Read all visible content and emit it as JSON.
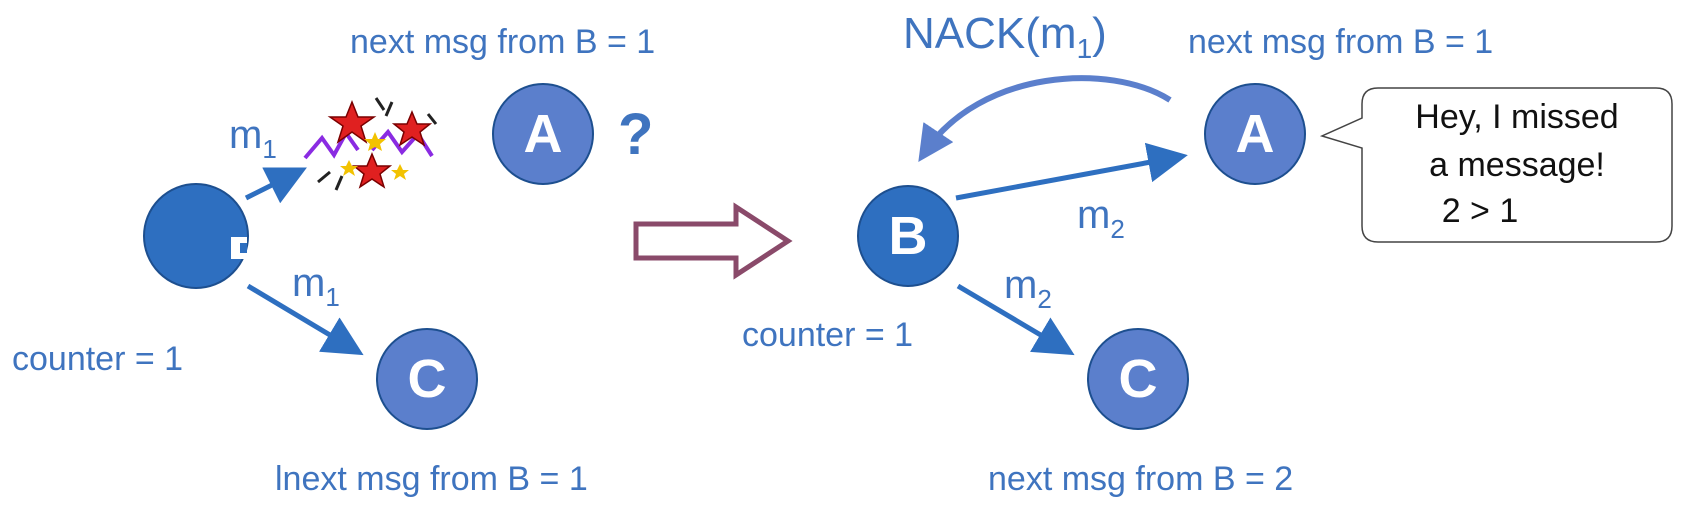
{
  "left_scenario": {
    "node_a": {
      "letter": "A",
      "state": "next msg from B = 1",
      "status": "?"
    },
    "node_c": {
      "letter": "C",
      "state": "lnext msg from B = 1"
    },
    "sender": {
      "counter": "counter = 1"
    },
    "msg_to_a": {
      "base": "m",
      "sub": "1",
      "lost": true
    },
    "msg_to_c": {
      "base": "m",
      "sub": "1"
    }
  },
  "transition_arrow": {
    "icon": "hollow-right-arrow-icon"
  },
  "right_scenario": {
    "node_b": {
      "letter": "B",
      "counter": "counter = 1"
    },
    "node_a": {
      "letter": "A",
      "state": "next msg from B = 1"
    },
    "node_c": {
      "letter": "C",
      "state": "next msg from B = 2"
    },
    "msg_to_a": {
      "base": "m",
      "sub": "2"
    },
    "msg_to_c": {
      "base": "m",
      "sub": "2"
    },
    "nack": {
      "prefix": "NACK(m",
      "sub": "1",
      "suffix": ")"
    },
    "speech_bubble": {
      "line1": "Hey, I missed",
      "line2": "a message!",
      "line3": "2 > 1"
    }
  },
  "colors": {
    "node_fill": "#5b7fcc",
    "sender_fill": "#2e6fc0",
    "arrow": "#2e6fc0",
    "label_text": "#3f74bf",
    "transition_arrow": "#8a4a6a",
    "explosion_star": "#e02020",
    "explosion_zigzag": "#8a2be2"
  }
}
